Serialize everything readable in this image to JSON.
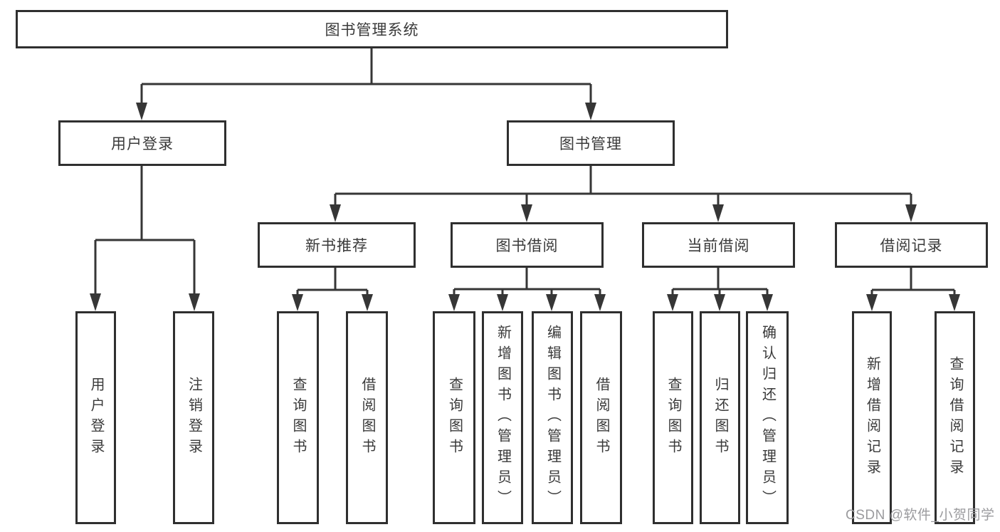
{
  "watermark": "CSDN @软件_小贺同学",
  "colors": {
    "line": "#363636",
    "box_border": "#2f2f2f",
    "text": "#3a3a3a",
    "watermark": "#9b9b9e",
    "background": "#ffffff"
  },
  "tree": {
    "root": "图书管理系统",
    "branches": [
      {
        "label": "用户登录",
        "leaves": [
          "用户登录",
          "注销登录"
        ]
      },
      {
        "label": "图书管理",
        "groups": [
          {
            "label": "新书推荐",
            "leaves": [
              "查询图书",
              "借阅图书"
            ]
          },
          {
            "label": "图书借阅",
            "leaves": [
              "查询图书",
              "新增图书（管理员）",
              "编辑图书（管理员）",
              "借阅图书"
            ]
          },
          {
            "label": "当前借阅",
            "leaves": [
              "查询图书",
              "归还图书",
              "确认归还（管理员）"
            ]
          },
          {
            "label": "借阅记录",
            "leaves": [
              "新增借阅记录",
              "查询借阅记录"
            ]
          }
        ]
      }
    ]
  }
}
